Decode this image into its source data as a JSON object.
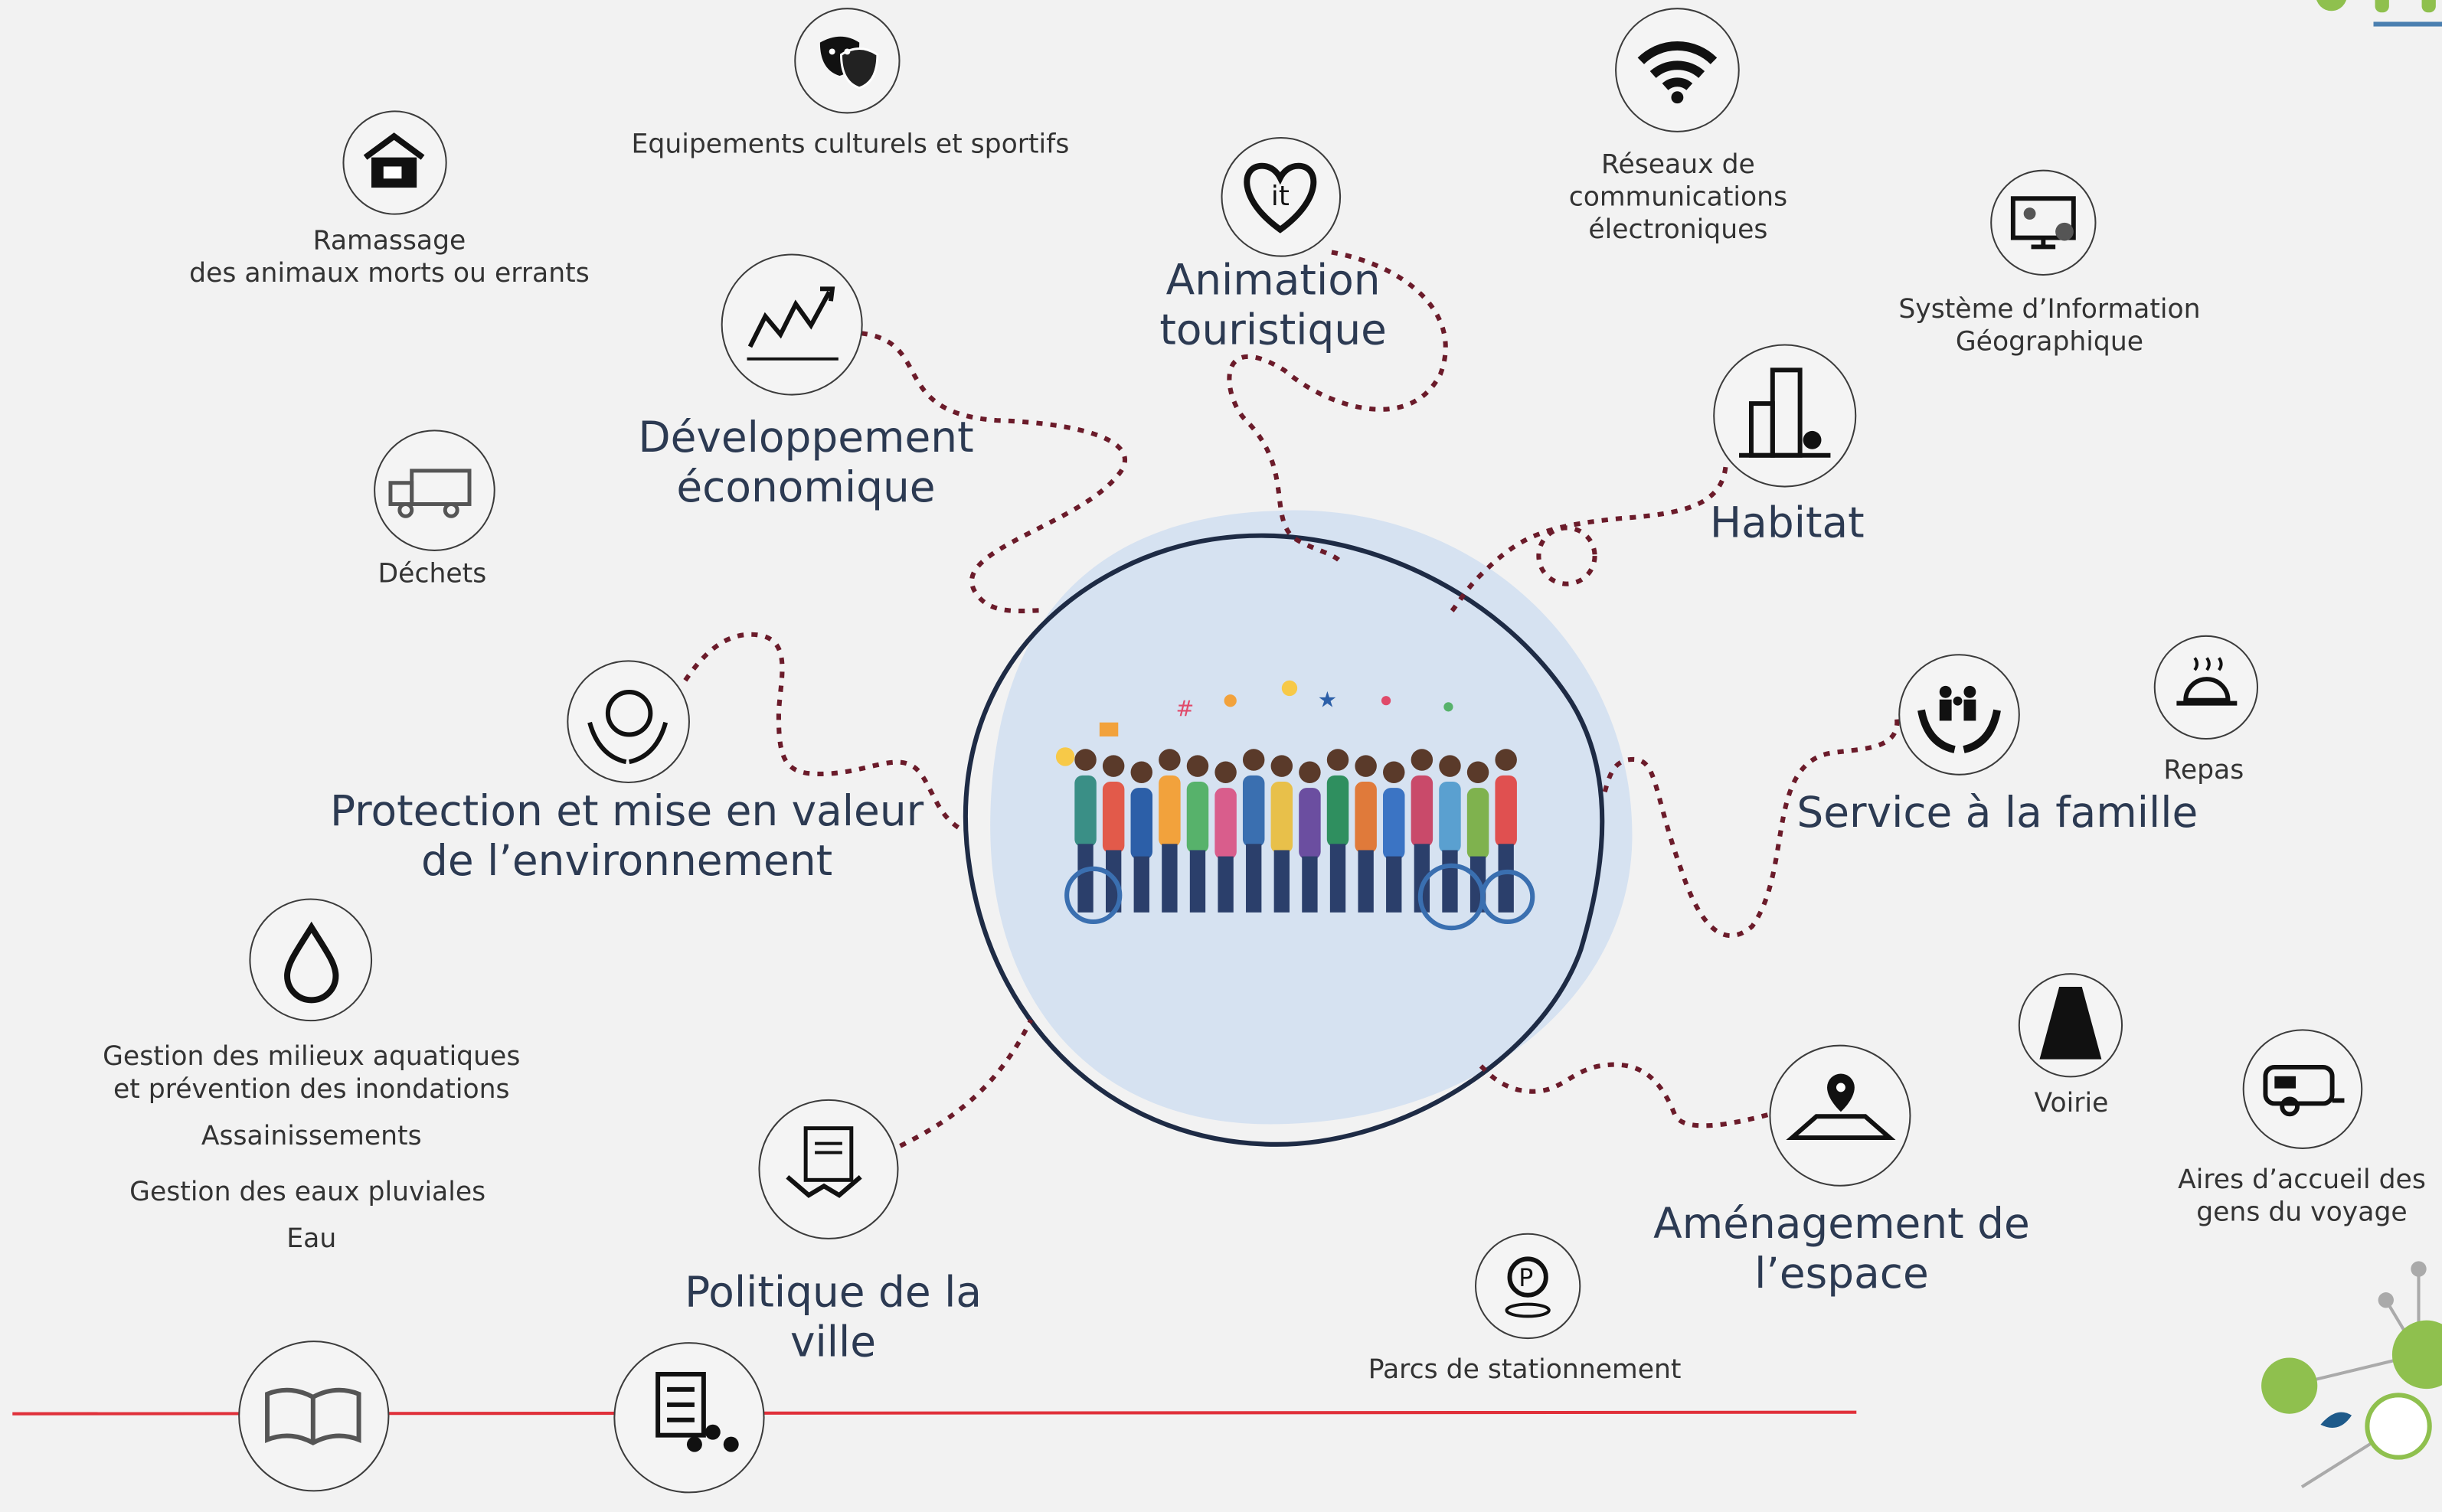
{
  "center_image": "crowd-of-people-celebrating",
  "colors": {
    "dotted_line": "#6b1b2a",
    "center_blob": "#d6e2f1",
    "center_outline": "#1e2b45",
    "red_line": "#e0303a",
    "text": "#333333",
    "title_text": "#2c3a52"
  },
  "themes": {
    "developpement": "Développement\néconomique",
    "animation": "Animation\ntouristique",
    "habitat": "Habitat",
    "service_famille": "Service à la famille",
    "amenagement": "Aménagement de\nl’espace",
    "politique_ville": "Politique de la\nville",
    "environnement": "Protection et mise en valeur\nde l’environnement"
  },
  "items": {
    "equipements": "Equipements culturels et sportifs",
    "ramassage": "Ramassage\ndes animaux morts ou errants",
    "reseaux": "Réseaux de\ncommunications\nélectroniques",
    "sig": "Système d’Information\nGéographique",
    "dechets": "Déchets",
    "repas": "Repas",
    "gemapi": "Gestion des milieux aquatiques\net prévention des inondations",
    "assainissements": "Assainissements",
    "eaux_pluviales": "Gestion des eaux pluviales",
    "eau": "Eau",
    "voirie": "Voirie",
    "aires_accueil": "Aires d’accueil des\ngens du voyage",
    "parcs": "Parcs de stationnement"
  },
  "icons": [
    "theatre-masks-icon",
    "house-animal-icon",
    "wifi-icon",
    "heart-tourism-icon",
    "stock-chart-icon",
    "gis-computer-icon",
    "city-building-icon",
    "garbage-truck-icon",
    "globe-hands-icon",
    "family-hands-icon",
    "serving-cloche-icon",
    "water-drop-icon",
    "road-icon",
    "caravan-icon",
    "map-pin-icon",
    "parking-pin-icon",
    "handshake-contract-icon",
    "book-icon",
    "checklist-people-icon"
  ]
}
